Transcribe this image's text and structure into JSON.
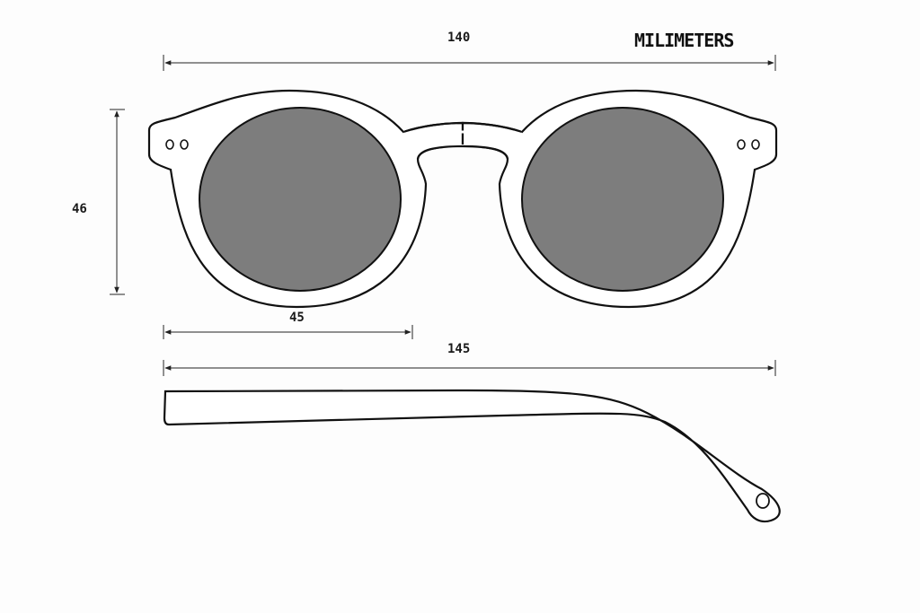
{
  "unit_label": "MILIMETERS",
  "dimensions": {
    "total_width": "140",
    "lens_height": "46",
    "lens_width": "45",
    "temple_length": "145"
  },
  "colors": {
    "lens": "#7d7d7d",
    "line": "#111111"
  }
}
